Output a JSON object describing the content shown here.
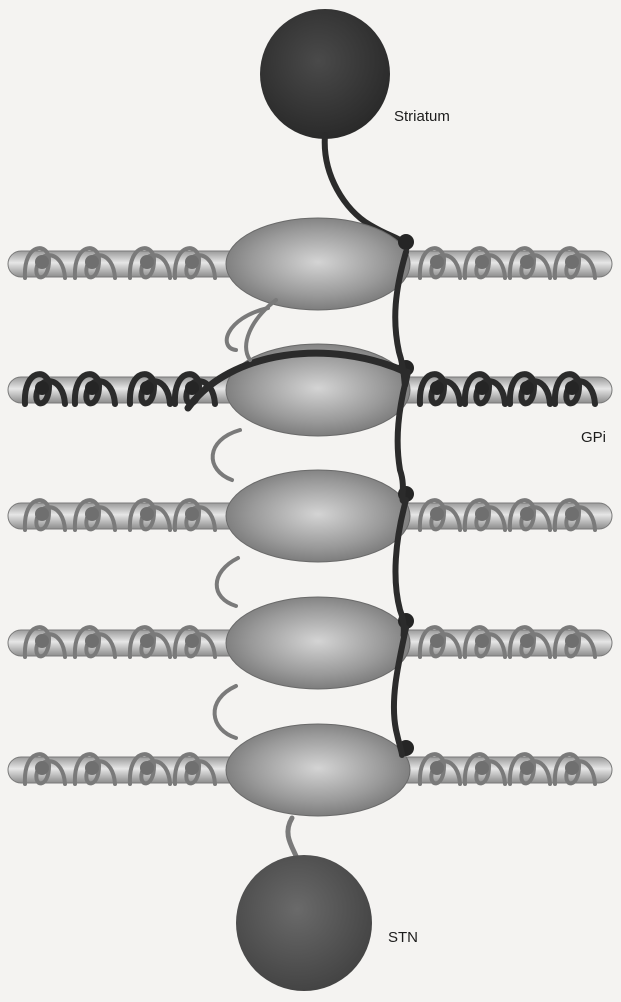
{
  "labels": {
    "striatum": "Striatum",
    "gpi": "GPi",
    "stn": "STN"
  },
  "colors": {
    "background": "#f4f3f1",
    "nucleus_dark": "#3a3a3a",
    "nucleus_stn": "#555555",
    "cell_body": "#8f8f8f",
    "dendrite": "#c9c9c9",
    "striatal_axon": "#2b2b2b",
    "stn_axon": "#7a7a7a",
    "bouton_stn": "#6f6f6f",
    "bouton_striatal": "#252525"
  }
}
